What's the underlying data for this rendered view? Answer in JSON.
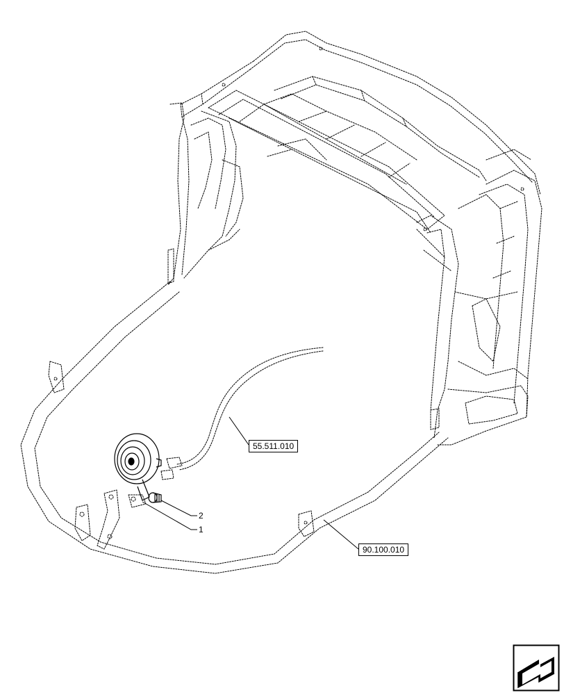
{
  "diagram": {
    "references": [
      {
        "id": "ref-harness",
        "label": "55.511.010"
      },
      {
        "id": "ref-frame",
        "label": "90.100.010"
      }
    ],
    "callouts": [
      {
        "id": "callout-2",
        "label": "2"
      },
      {
        "id": "callout-1",
        "label": "1"
      }
    ]
  },
  "icons": {
    "navigation": "next-page-arrow-icon"
  }
}
